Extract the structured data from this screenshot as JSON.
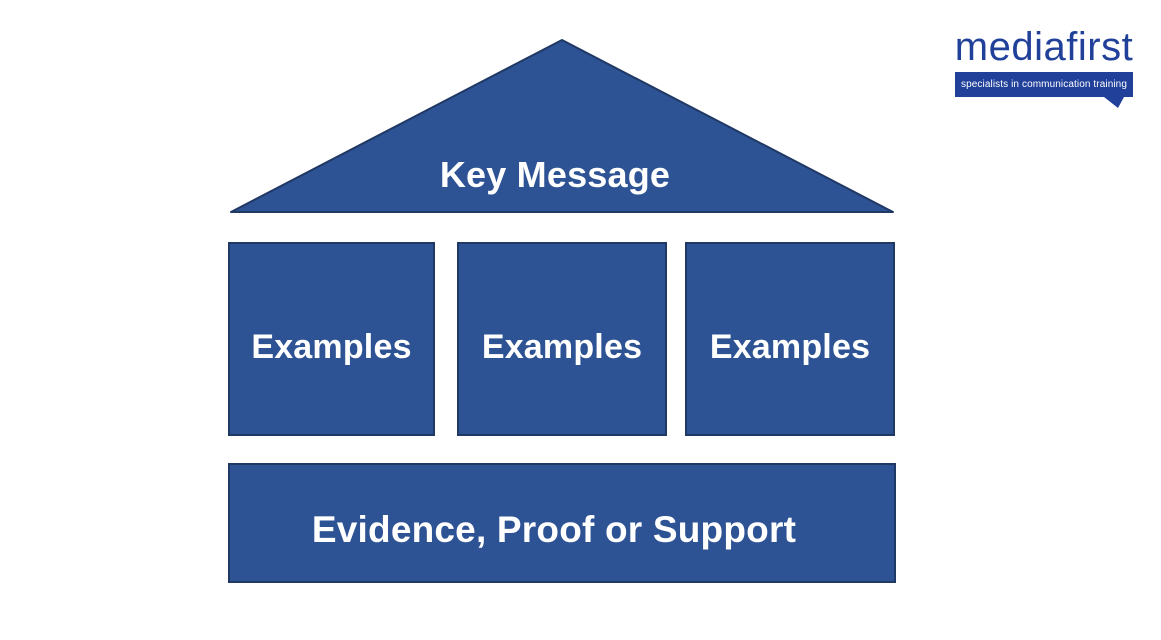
{
  "colors": {
    "background": "#ffffff",
    "shape_fill": "#2e5394",
    "shape_border": "#1f3864",
    "logo_blue": "#21409a",
    "text_white": "#ffffff"
  },
  "diagram": {
    "roof_label": "Key Message",
    "pillars": [
      {
        "label": "Examples"
      },
      {
        "label": "Examples"
      },
      {
        "label": "Examples"
      }
    ],
    "base_label": "Evidence, Proof or Support"
  },
  "logo": {
    "wordmark": "mediafirst",
    "tagline": "specialists in communication training"
  }
}
